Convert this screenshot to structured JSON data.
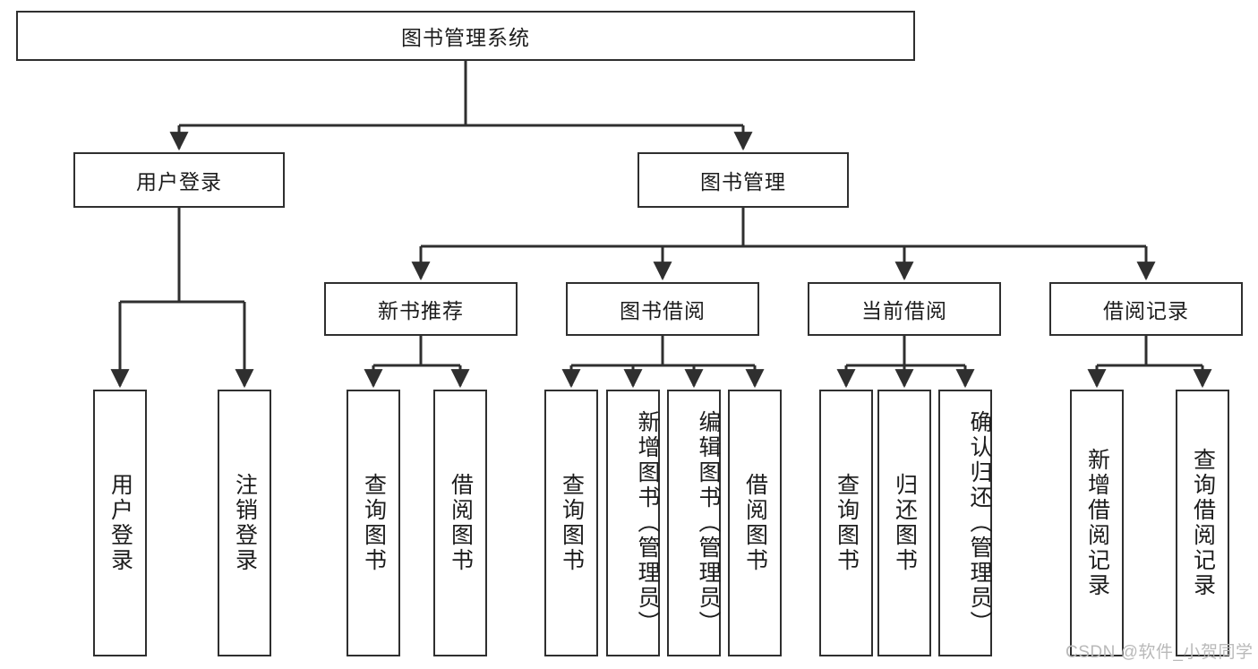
{
  "diagram": {
    "title": "图书管理系统",
    "type": "tree-hierarchy",
    "root": {
      "label": "图书管理系统"
    },
    "level2": [
      {
        "label": "用户登录"
      },
      {
        "label": "图书管理"
      }
    ],
    "level3": [
      {
        "label": "新书推荐"
      },
      {
        "label": "图书借阅"
      },
      {
        "label": "当前借阅"
      },
      {
        "label": "借阅记录"
      }
    ],
    "leaves_user_login": [
      {
        "label": "用户登录"
      },
      {
        "label": "注销登录"
      }
    ],
    "leaves_new_books": [
      {
        "label": "查询图书"
      },
      {
        "label": "借阅图书"
      }
    ],
    "leaves_book_borrow": [
      {
        "label": "查询图书"
      },
      {
        "label": "新增图书（管理员）"
      },
      {
        "label": "编辑图书（管理员）"
      },
      {
        "label": "借阅图书"
      }
    ],
    "leaves_current_borrow": [
      {
        "label": "查询图书"
      },
      {
        "label": "归还图书"
      },
      {
        "label": "确认归还（管理员）"
      }
    ],
    "leaves_borrow_records": [
      {
        "label": "新增借阅记录"
      },
      {
        "label": "查询借阅记录"
      }
    ],
    "watermark": "CSDN @软件_小贺同学",
    "colors": {
      "stroke": "#2f2f2f",
      "background": "#ffffff",
      "text": "#1c1c1c",
      "watermark": "#b9b9b9"
    }
  }
}
